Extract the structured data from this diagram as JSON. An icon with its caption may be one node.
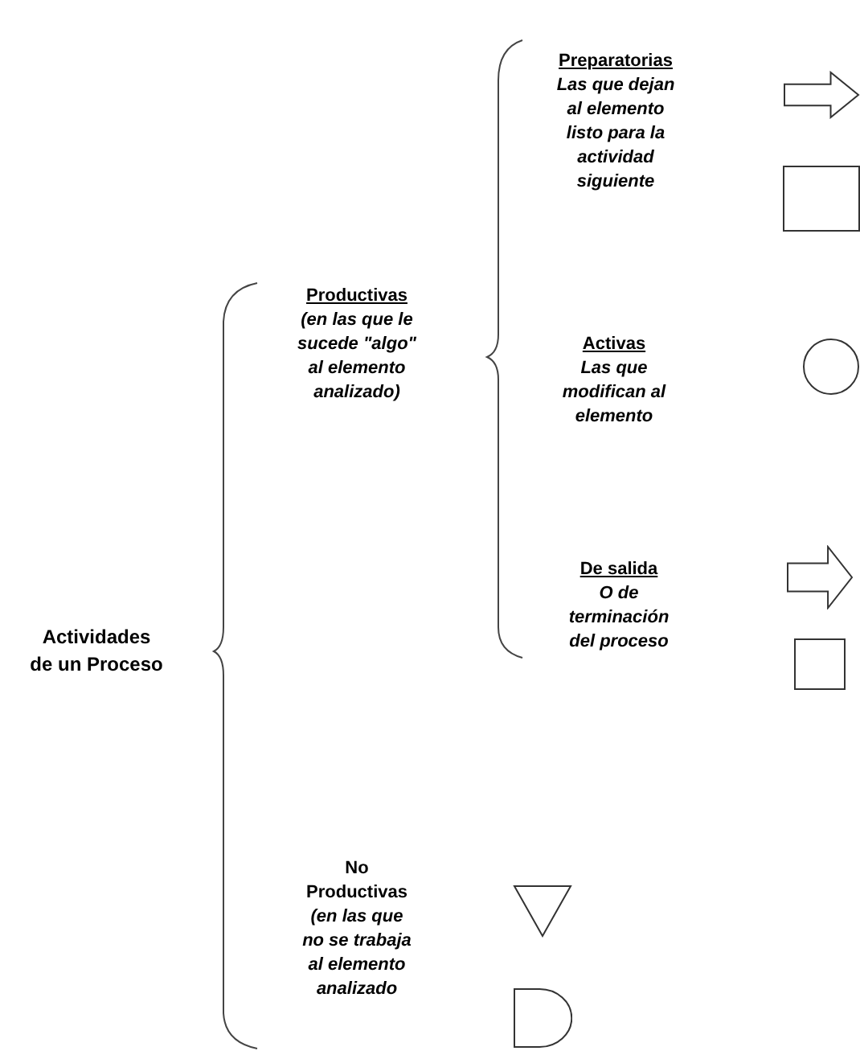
{
  "diagram": {
    "nodes": [
      {
        "text": [],
        "shape": "arrow"
      },
      {
        "text": [],
        "shape": "box"
      },
      {
        "text": [],
        "shape": "circle"
      },
      {
        "text": [],
        "shape": "arrow"
      },
      {
        "text": [],
        "shape": "box"
      },
      {
        "text": [],
        "shape": "triangle"
      },
      {
        "text": [],
        "shape": "semicircle"
      }
    ],
    "labels": [
      "Preparatorias",
      "Las que dejan al elemento listo para la actividad siguiente",
      "Productivas",
      "(en las que le sucede \"algo\" al elemento analizado)",
      "Activas",
      "Las que modifican al elemento",
      "Actividades de un Proceso",
      "De salida",
      "O de terminación del proceso",
      "No Productivas",
      "(en las que no se trabaja al elemento analizado"
    ]
  }
}
